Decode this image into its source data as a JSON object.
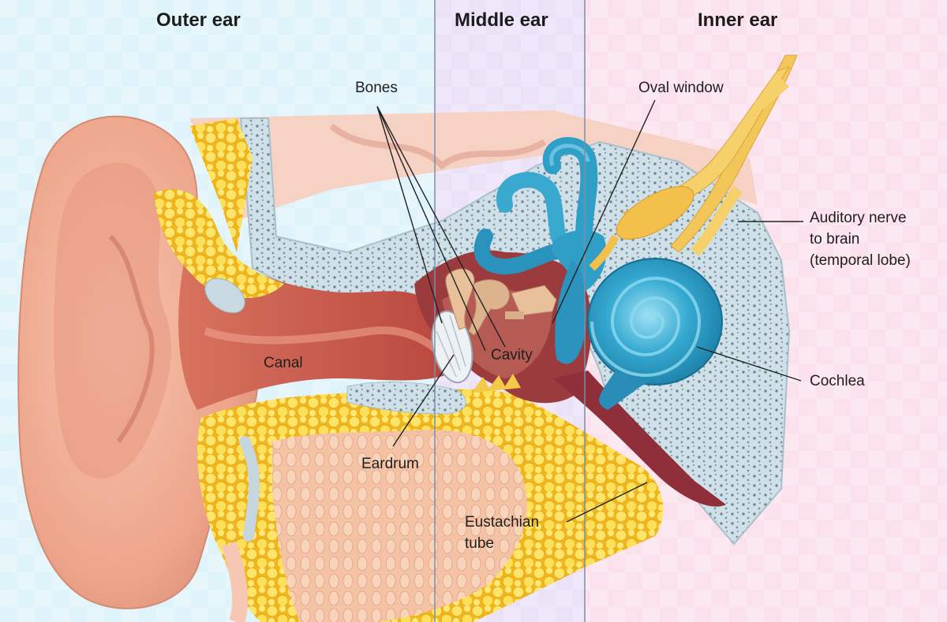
{
  "sections": {
    "outer": "Outer ear",
    "middle": "Middle ear",
    "inner": "Inner ear"
  },
  "labels": {
    "bones": "Bones",
    "oval_window": "Oval window",
    "auditory_nerve": [
      "Auditory nerve",
      "to brain",
      "(temporal lobe)"
    ],
    "canal": "Canal",
    "cavity": "Cavity",
    "cochlea": "Cochlea",
    "eardrum": "Eardrum",
    "eustachian_tube": [
      "Eustachian",
      "tube"
    ]
  },
  "colors": {
    "outer_bg": "#dff4fa",
    "middle_bg": "#ebe2f8",
    "inner_bg": "#fbe1ec",
    "skin": "#f1b39c",
    "skin_dark": "#c5614f",
    "fat": "#f7d038",
    "bone": "#c9dde6",
    "cochlea": "#2d9fc8",
    "nerve": "#f2c65a",
    "leader": "#222222"
  }
}
